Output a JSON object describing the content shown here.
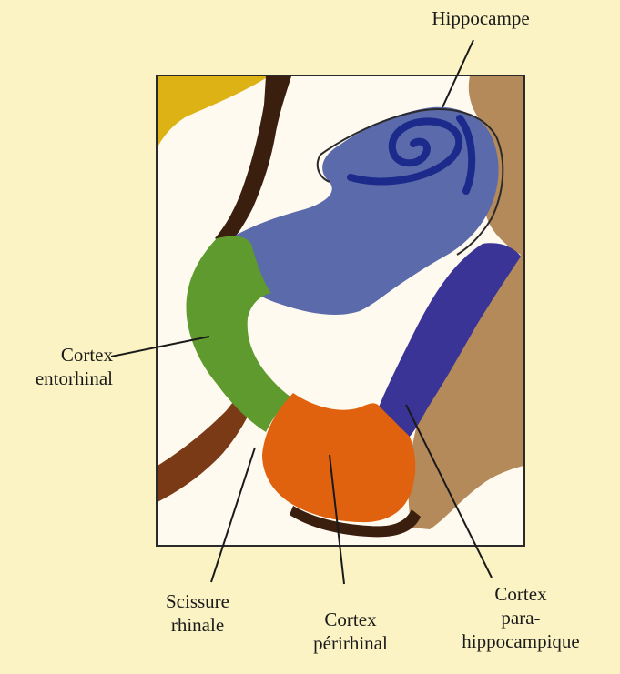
{
  "labels": {
    "hippocampe": "Hippocampe",
    "cortex_entorhinal": [
      "Cortex",
      "entorhinal"
    ],
    "scissure_rhinale": [
      "Scissure",
      "rhinale"
    ],
    "cortex_perirhinal": [
      "Cortex",
      "périrhinal"
    ],
    "cortex_parahippocampique": [
      "Cortex",
      "para-",
      "hippocampique"
    ]
  },
  "colors": {
    "background": "#fbf3c3",
    "panel": "#fffaf0",
    "hippocampus": "#5a6aaa",
    "hippocampus_dark": "#1c2a8c",
    "entorhinal": "#5e9a2e",
    "perirhinal": "#e0620e",
    "parahippocampal": "#3a3497",
    "tan": "#b58a5b",
    "yellow": "#dcb214",
    "dark_brown": "#3a1e0e",
    "rust": "#7b3a16"
  }
}
